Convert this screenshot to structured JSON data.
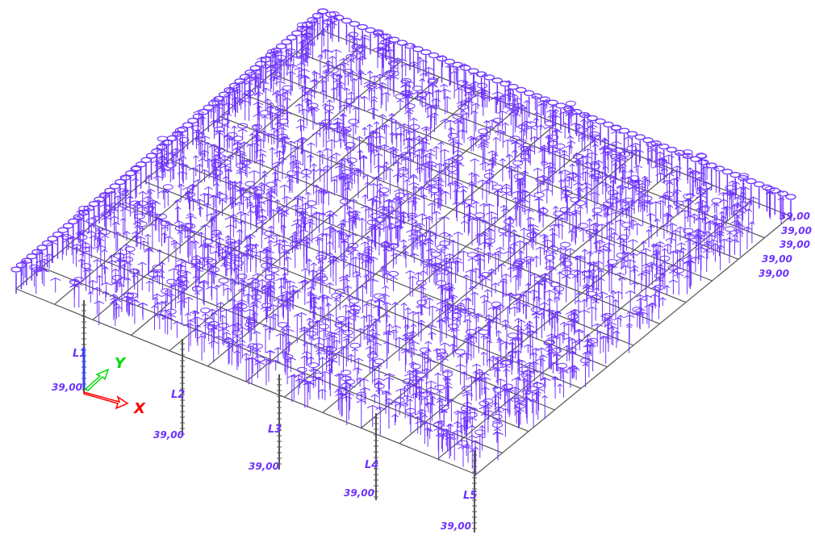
{
  "model": {
    "load_value_label": "39,00",
    "column_labels": [
      "L1",
      "L2",
      "L3",
      "L4",
      "L5"
    ],
    "right_edge_labels": [
      "39,00",
      "39,00",
      "39,00",
      "39,00",
      "39,00"
    ]
  },
  "axis_triad": {
    "x_label": "X",
    "y_label": "Y",
    "origin_label": "39,00",
    "x_color": "#ff0000",
    "y_color": "#00dd00",
    "z_color": "#3040ff"
  },
  "colors": {
    "load_color": "#6e32ff",
    "structure_color": "#555555",
    "background": "#ffffff"
  }
}
